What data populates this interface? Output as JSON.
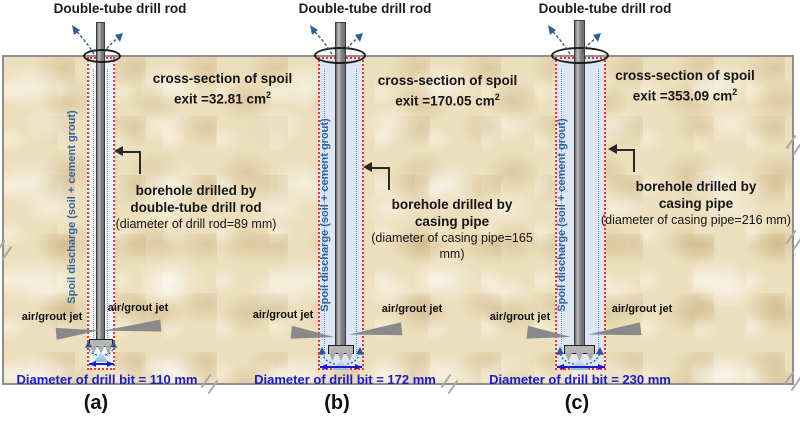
{
  "colors": {
    "soil": "#ecdfbd",
    "borehole_fill": "#dde7f3",
    "red_outline": "#ff2d1a",
    "blue_dimension": "#1b1bd0",
    "spoil_text_blue": "#33639d",
    "jet_gray": "#8a8a8a",
    "rod_gray": "#828282"
  },
  "panels": [
    {
      "caption": "(a)",
      "title": "Double-tube drill rod",
      "cross_line1": "cross-section of spoil",
      "cross_line2": "exit =32.81 cm",
      "cross_sup": "2",
      "spoil_label": "Spoil discharge (soil + cement grout)",
      "borehole_line1": "borehole drilled by",
      "borehole_line2": "double-tube drill rod",
      "borehole_line3": "(diameter of drill rod=89 mm)",
      "jet_left_label": "air/grout jet",
      "jet_right_label": "air/grout jet",
      "bit_diameter_label": "Diameter of drill bit = 110 mm"
    },
    {
      "caption": "(b)",
      "title": "Double-tube drill rod",
      "cross_line1": "cross-section of spoil",
      "cross_line2": "exit =170.05 cm",
      "cross_sup": "2",
      "spoil_label": "Spoil discharge (soil + cement grout)",
      "borehole_line1": "borehole drilled by",
      "borehole_line2": "casing pipe",
      "borehole_line3": "(diameter of casing pipe=165 mm)",
      "jet_left_label": "air/grout jet",
      "jet_right_label": "air/grout jet",
      "bit_diameter_label": "Diameter of drill bit = 172 mm"
    },
    {
      "caption": "(c)",
      "title": "Double-tube drill rod",
      "cross_line1": "cross-section of spoil",
      "cross_line2": "exit =353.09 cm",
      "cross_sup": "2",
      "spoil_label": "Spoil discharge (soil + cement grout)",
      "borehole_line1": "borehole drilled by",
      "borehole_line2": "casing pipe",
      "borehole_line3": "(diameter of casing pipe=216 mm)",
      "jet_left_label": "air/grout jet",
      "jet_right_label": "air/grout jet",
      "bit_diameter_label": "Diameter of drill bit = 230 mm"
    }
  ]
}
